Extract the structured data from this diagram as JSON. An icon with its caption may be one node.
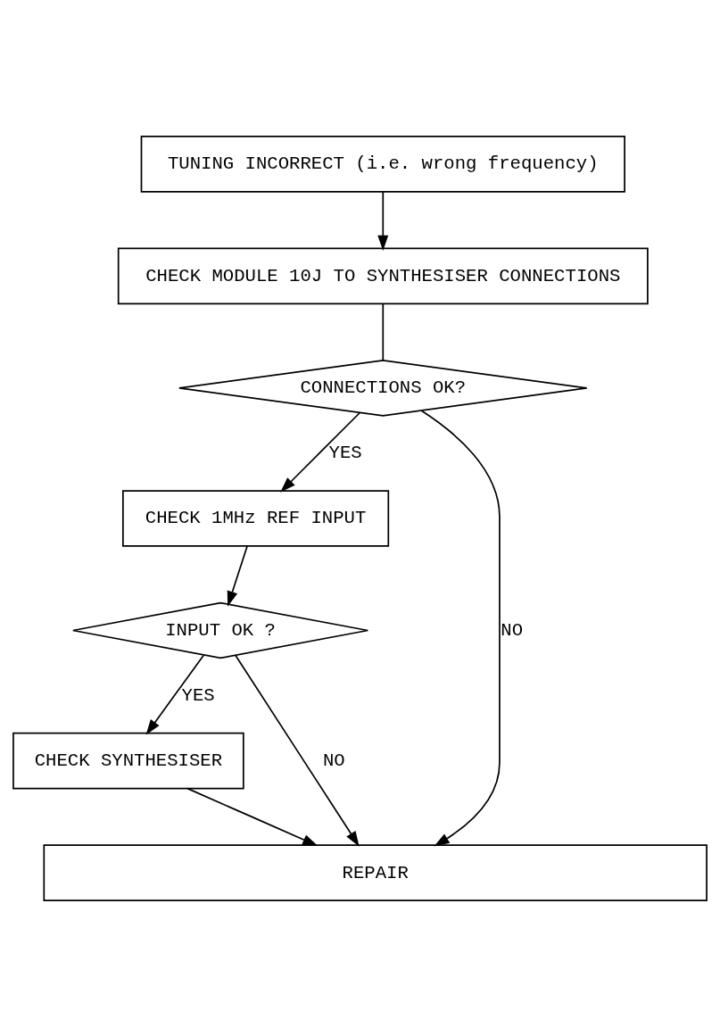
{
  "diagram": {
    "nodes": [
      {
        "text": [
          "TUNING INCORRECT (i.e. wrong frequency)"
        ]
      },
      {
        "text": [
          "CHECK MODULE 10J TO SYNTHESISER CONNECTIONS"
        ]
      },
      {
        "text": [
          "CONNECTIONS OK?"
        ]
      },
      {
        "text": [
          "CHECK 1MHz REF INPUT"
        ]
      },
      {
        "text": [
          "INPUT OK ?"
        ]
      },
      {
        "text": [
          "CHECK SYNTHESISER"
        ]
      },
      {
        "text": [
          "REPAIR"
        ]
      }
    ],
    "edges": [
      {
        "from": 0,
        "to": 1,
        "arrow": "to"
      },
      {
        "from": 1,
        "to": 2,
        "arrow": "none"
      },
      {
        "from": 2,
        "to": 3,
        "arrow": "to",
        "label": "YES"
      },
      {
        "from": 2,
        "to": 6,
        "arrow": "to",
        "label": "NO"
      },
      {
        "from": 3,
        "to": 4,
        "arrow": "to"
      },
      {
        "from": 4,
        "to": 5,
        "arrow": "to",
        "label": "YES"
      },
      {
        "from": 4,
        "to": 6,
        "arrow": "to",
        "label": "NO"
      },
      {
        "from": 5,
        "to": 6,
        "arrow": "to"
      }
    ]
  }
}
